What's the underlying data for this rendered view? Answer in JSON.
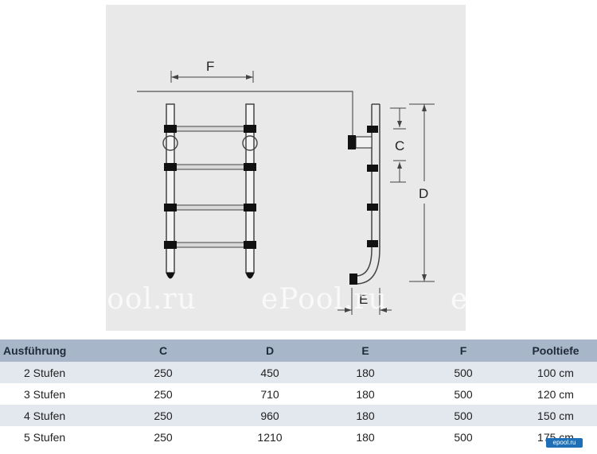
{
  "drawing": {
    "label_f": "F",
    "label_c": "C",
    "label_d": "D",
    "label_e": "E"
  },
  "watermarks": [
    "ePool.ru",
    "ePool.ru",
    "ePool.ru",
    "ePool.ru"
  ],
  "table": {
    "headers": [
      "Ausführung",
      "C",
      "D",
      "E",
      "F",
      "Pooltiefe"
    ],
    "rows": [
      [
        "2 Stufen",
        "250",
        "450",
        "180",
        "500",
        "100 cm"
      ],
      [
        "3 Stufen",
        "250",
        "710",
        "180",
        "500",
        "120 cm"
      ],
      [
        "4 Stufen",
        "250",
        "960",
        "180",
        "500",
        "150 cm"
      ],
      [
        "5 Stufen",
        "250",
        "1210",
        "180",
        "500",
        "175 cm"
      ]
    ]
  },
  "badge": {
    "text": "epool.ru",
    "color": "#1d6fb8"
  }
}
